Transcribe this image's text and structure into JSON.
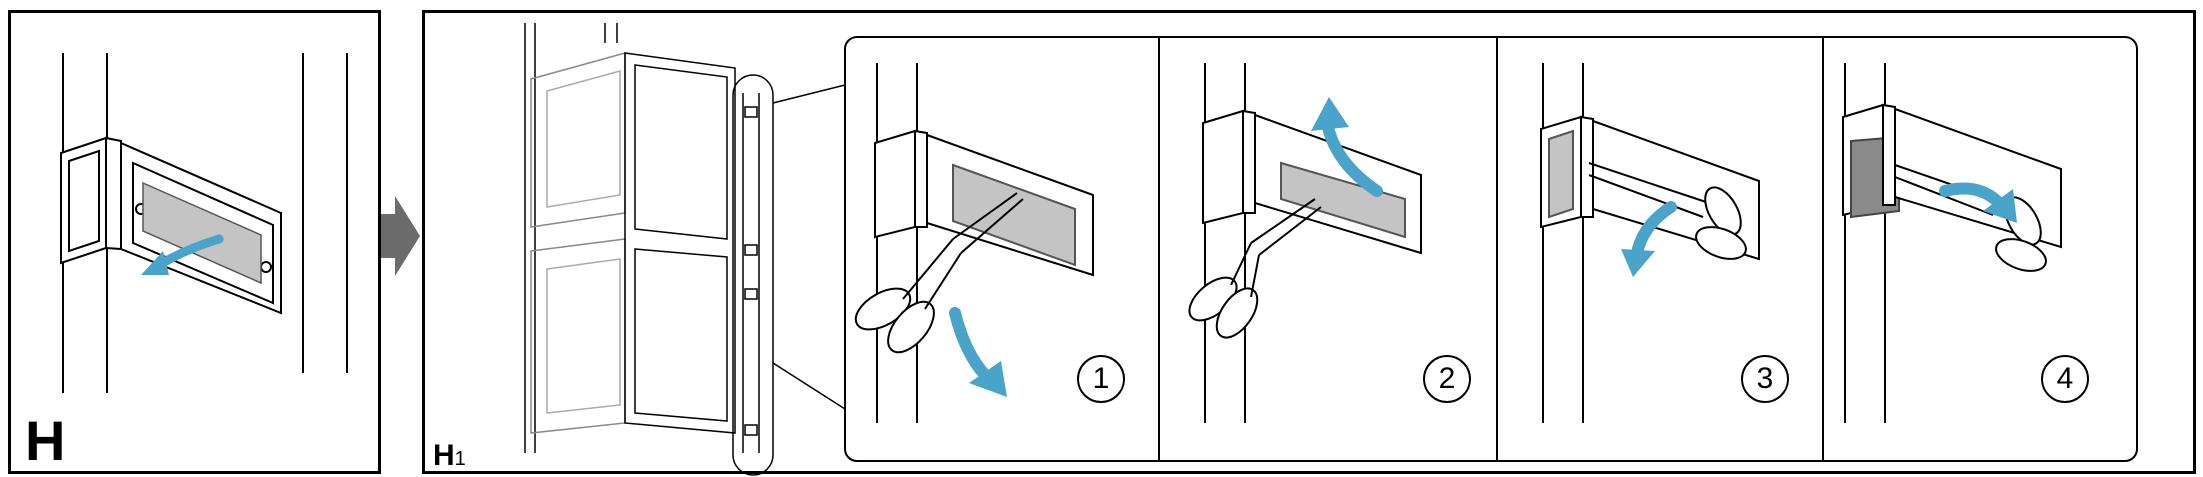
{
  "panels": {
    "h": {
      "label": "H"
    },
    "h1": {
      "label": "H",
      "label_sub": "1"
    }
  },
  "steps": [
    "1",
    "2",
    "3",
    "4"
  ],
  "colors": {
    "arrow": "#4aa3c8",
    "tape": "#c4c4c4",
    "tape_dark": "#8a8a8a",
    "nav_arrow": "#6b6b6b",
    "line": "#000000"
  },
  "icons": {
    "scissors": "scissors-icon",
    "arrow": "curved-arrow-icon",
    "next": "right-triangle-arrow-icon"
  }
}
